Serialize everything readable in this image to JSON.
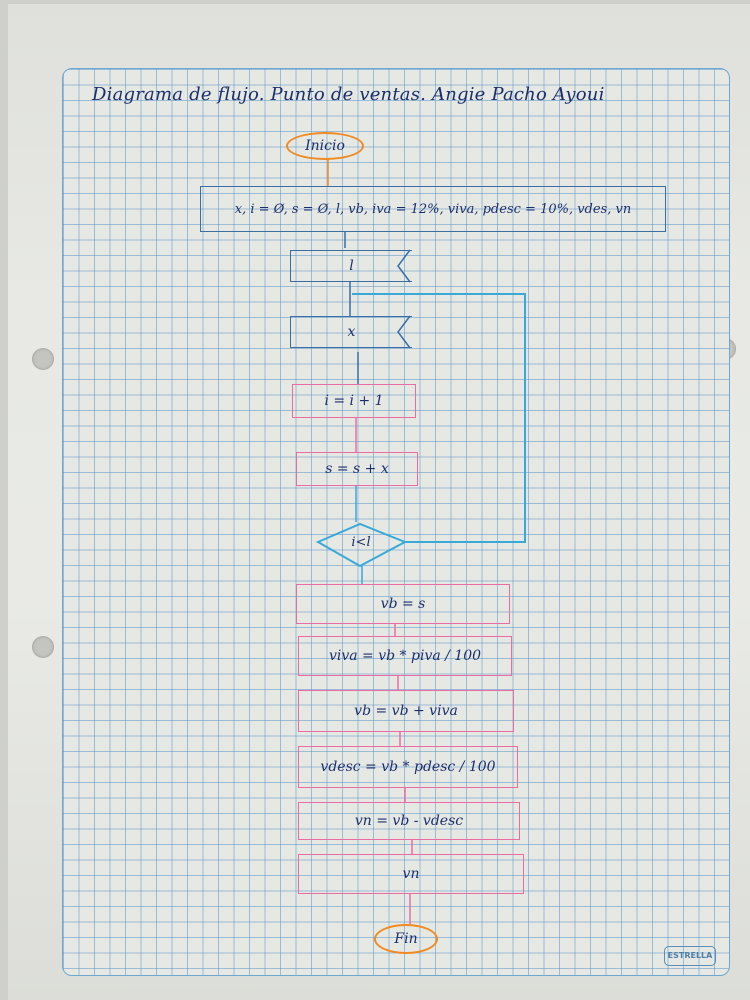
{
  "title": "Diagrama de flujo. Punto de ventas. Angie Pacho Ayoui",
  "brand": "ESTRELLA",
  "colors": {
    "grid": "#5f96c8",
    "ink_blue": "#1d2f6b",
    "pink": "#ea6ca3",
    "orange": "#f08a22",
    "cyan": "#39a9d8"
  },
  "nodes": {
    "start": "Inicio",
    "init": "x, i = Ø, s = Ø, l, vb, iva = 12%, viva, pdesc = 10%, vdes, vn",
    "input_l": "l",
    "input_x": "x",
    "increment": "i = i + 1",
    "accumulate": "s = s + x",
    "condition": "i<l",
    "assign_vb": "vb = s",
    "calc_viva": "viva = vb * piva / 100",
    "calc_vb": "vb = vb + viva",
    "calc_vdesc": "vdesc = vb * pdesc / 100",
    "calc_vn": "vn = vb - vdesc",
    "output_vn": "vn",
    "end": "Fin"
  }
}
